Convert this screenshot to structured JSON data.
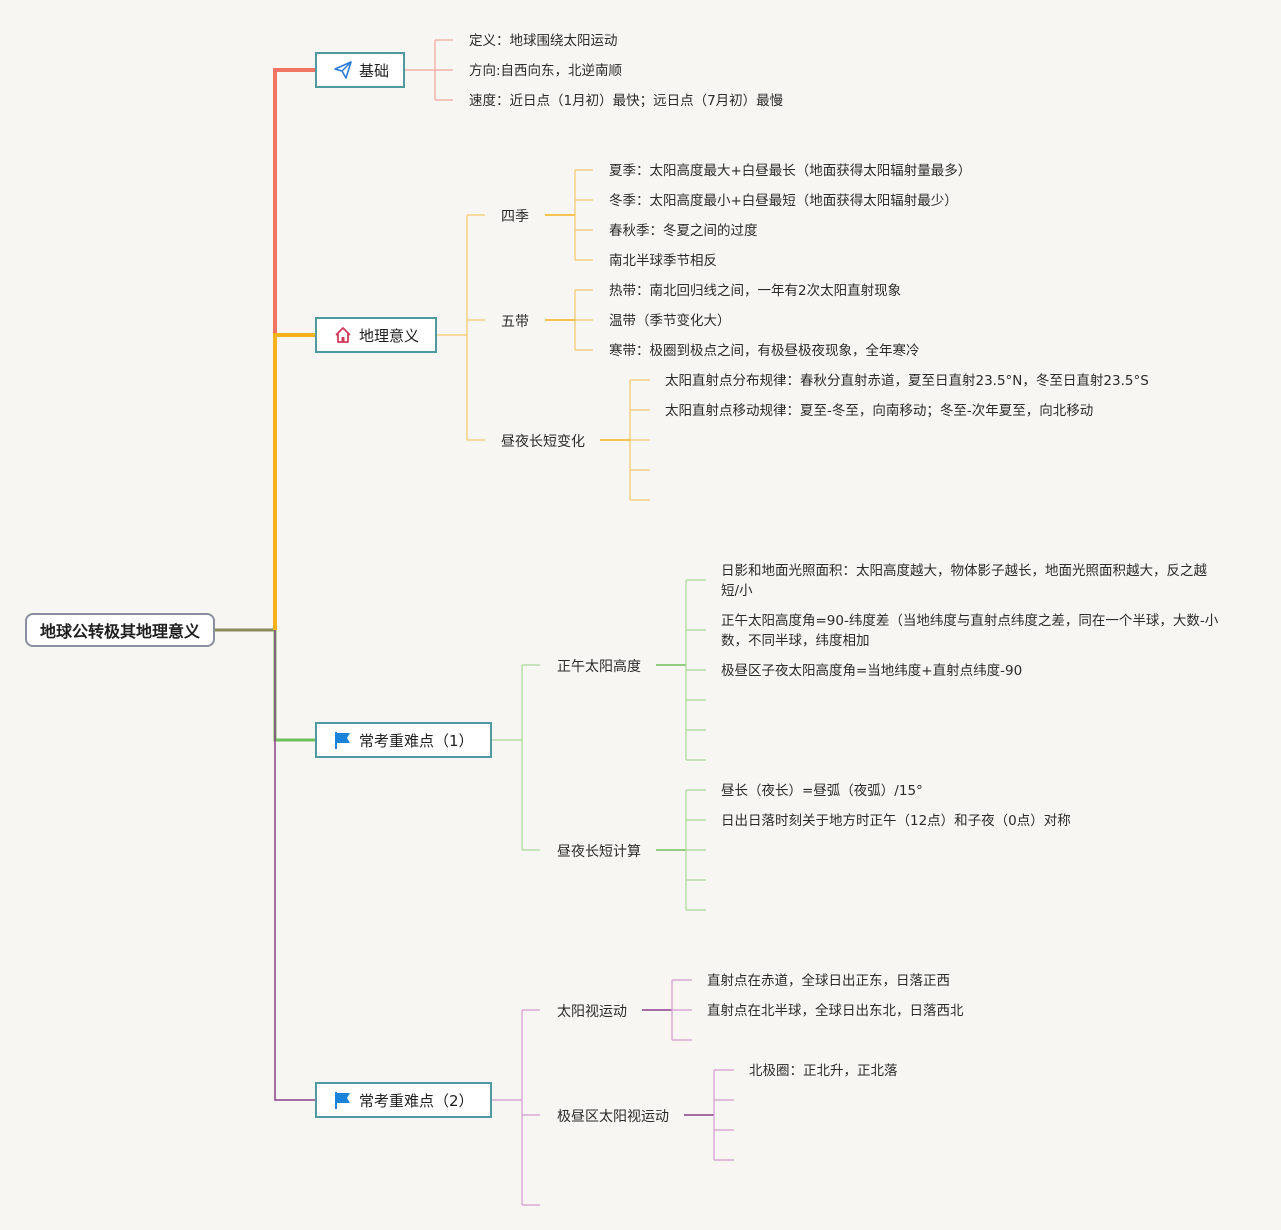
{
  "root": {
    "label": "地球公转极其地理意义"
  },
  "colors": {
    "jichu": "#f07464",
    "yiyi": "#f5b21b",
    "kao1": "#6fbf5a",
    "kao2": "#8e3f8a",
    "node_border": "#4f9aa0"
  },
  "icons": {
    "jichu": "paper-plane-icon",
    "yiyi": "home-icon",
    "kao1": "flag-icon",
    "kao2": "flag-icon"
  },
  "branches": {
    "jichu": {
      "label": "基础",
      "leaves": [
        "定义：地球围绕太阳运动",
        "方向:自西向东，北逆南顺",
        "速度：近日点（1月初）最快；远日点（7月初）最慢"
      ]
    },
    "yiyi": {
      "label": "地理意义",
      "siji": {
        "label": "四季",
        "leaves": [
          "夏季：太阳高度最大+白昼最长（地面获得太阳辐射量最多）",
          "冬季：太阳高度最小+白昼最短（地面获得太阳辐射最少）",
          "春秋季：冬夏之间的过度",
          "南北半球季节相反"
        ]
      },
      "wudai": {
        "label": "五带",
        "leaves": [
          "热带：南北回归线之间，一年有2次太阳直射现象",
          "温带（季节变化大）",
          "寒带：极圈到极点之间，有极昼极夜现象，全年寒冷"
        ]
      },
      "zhouye": {
        "label": "昼夜长短变化",
        "leaves": [
          "太阳直射点分布规律：春秋分直射赤道，夏至日直射23.5°N，冬至日直射23.5°S",
          "太阳直射点移动规律：夏至-冬至，向南移动；冬至-次年夏至，向北移动"
        ]
      }
    },
    "kao1": {
      "label": "常考重难点（1）",
      "zhengwu": {
        "label": "正午太阳高度",
        "leaves": [
          "日影和地面光照面积：太阳高度越大，物体影子越长，地面光照面积越大，反之越短/小",
          "正午太阳高度角=90-纬度差（当地纬度与直射点纬度之差，同在一个半球，大数-小数，不同半球，纬度相加",
          "极昼区子夜太阳高度角=当地纬度+直射点纬度-90"
        ]
      },
      "jisuan": {
        "label": "昼夜长短计算",
        "leaves": [
          "昼长（夜长）=昼弧（夜弧）/15°",
          "日出日落时刻关于地方时正午（12点）和子夜（0点）对称"
        ]
      }
    },
    "kao2": {
      "label": "常考重难点（2）",
      "shiyun": {
        "label": "太阳视运动",
        "leaves": [
          "直射点在赤道，全球日出正东，日落正西",
          "直射点在北半球，全球日出东北，日落西北"
        ]
      },
      "jizhou": {
        "label": "极昼区太阳视运动",
        "leaves": [
          "北极圈：正北升，正北落"
        ]
      }
    }
  }
}
